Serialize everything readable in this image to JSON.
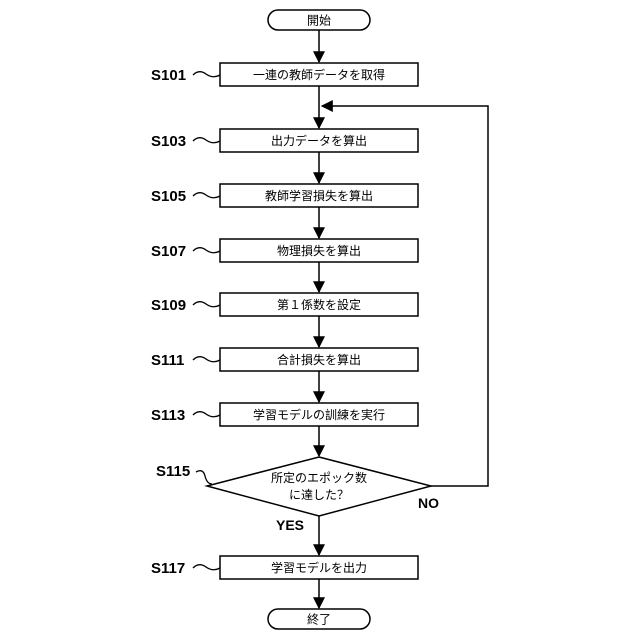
{
  "start": {
    "text": "開始"
  },
  "end": {
    "text": "終了"
  },
  "steps": [
    {
      "id": "S101",
      "text": "一連の教師データを取得"
    },
    {
      "id": "S103",
      "text": "出力データを算出"
    },
    {
      "id": "S105",
      "text": "教師学習損失を算出"
    },
    {
      "id": "S107",
      "text": "物理損失を算出"
    },
    {
      "id": "S109",
      "text": "第１係数を設定"
    },
    {
      "id": "S111",
      "text": "合計損失を算出"
    },
    {
      "id": "S113",
      "text": "学習モデルの訓練を実行"
    }
  ],
  "decision": {
    "id": "S115",
    "line1": "所定のエポック数",
    "line2": "に達した？",
    "yes": "YES",
    "no": "NO"
  },
  "final_step": {
    "id": "S117",
    "text": "学習モデルを出力"
  }
}
